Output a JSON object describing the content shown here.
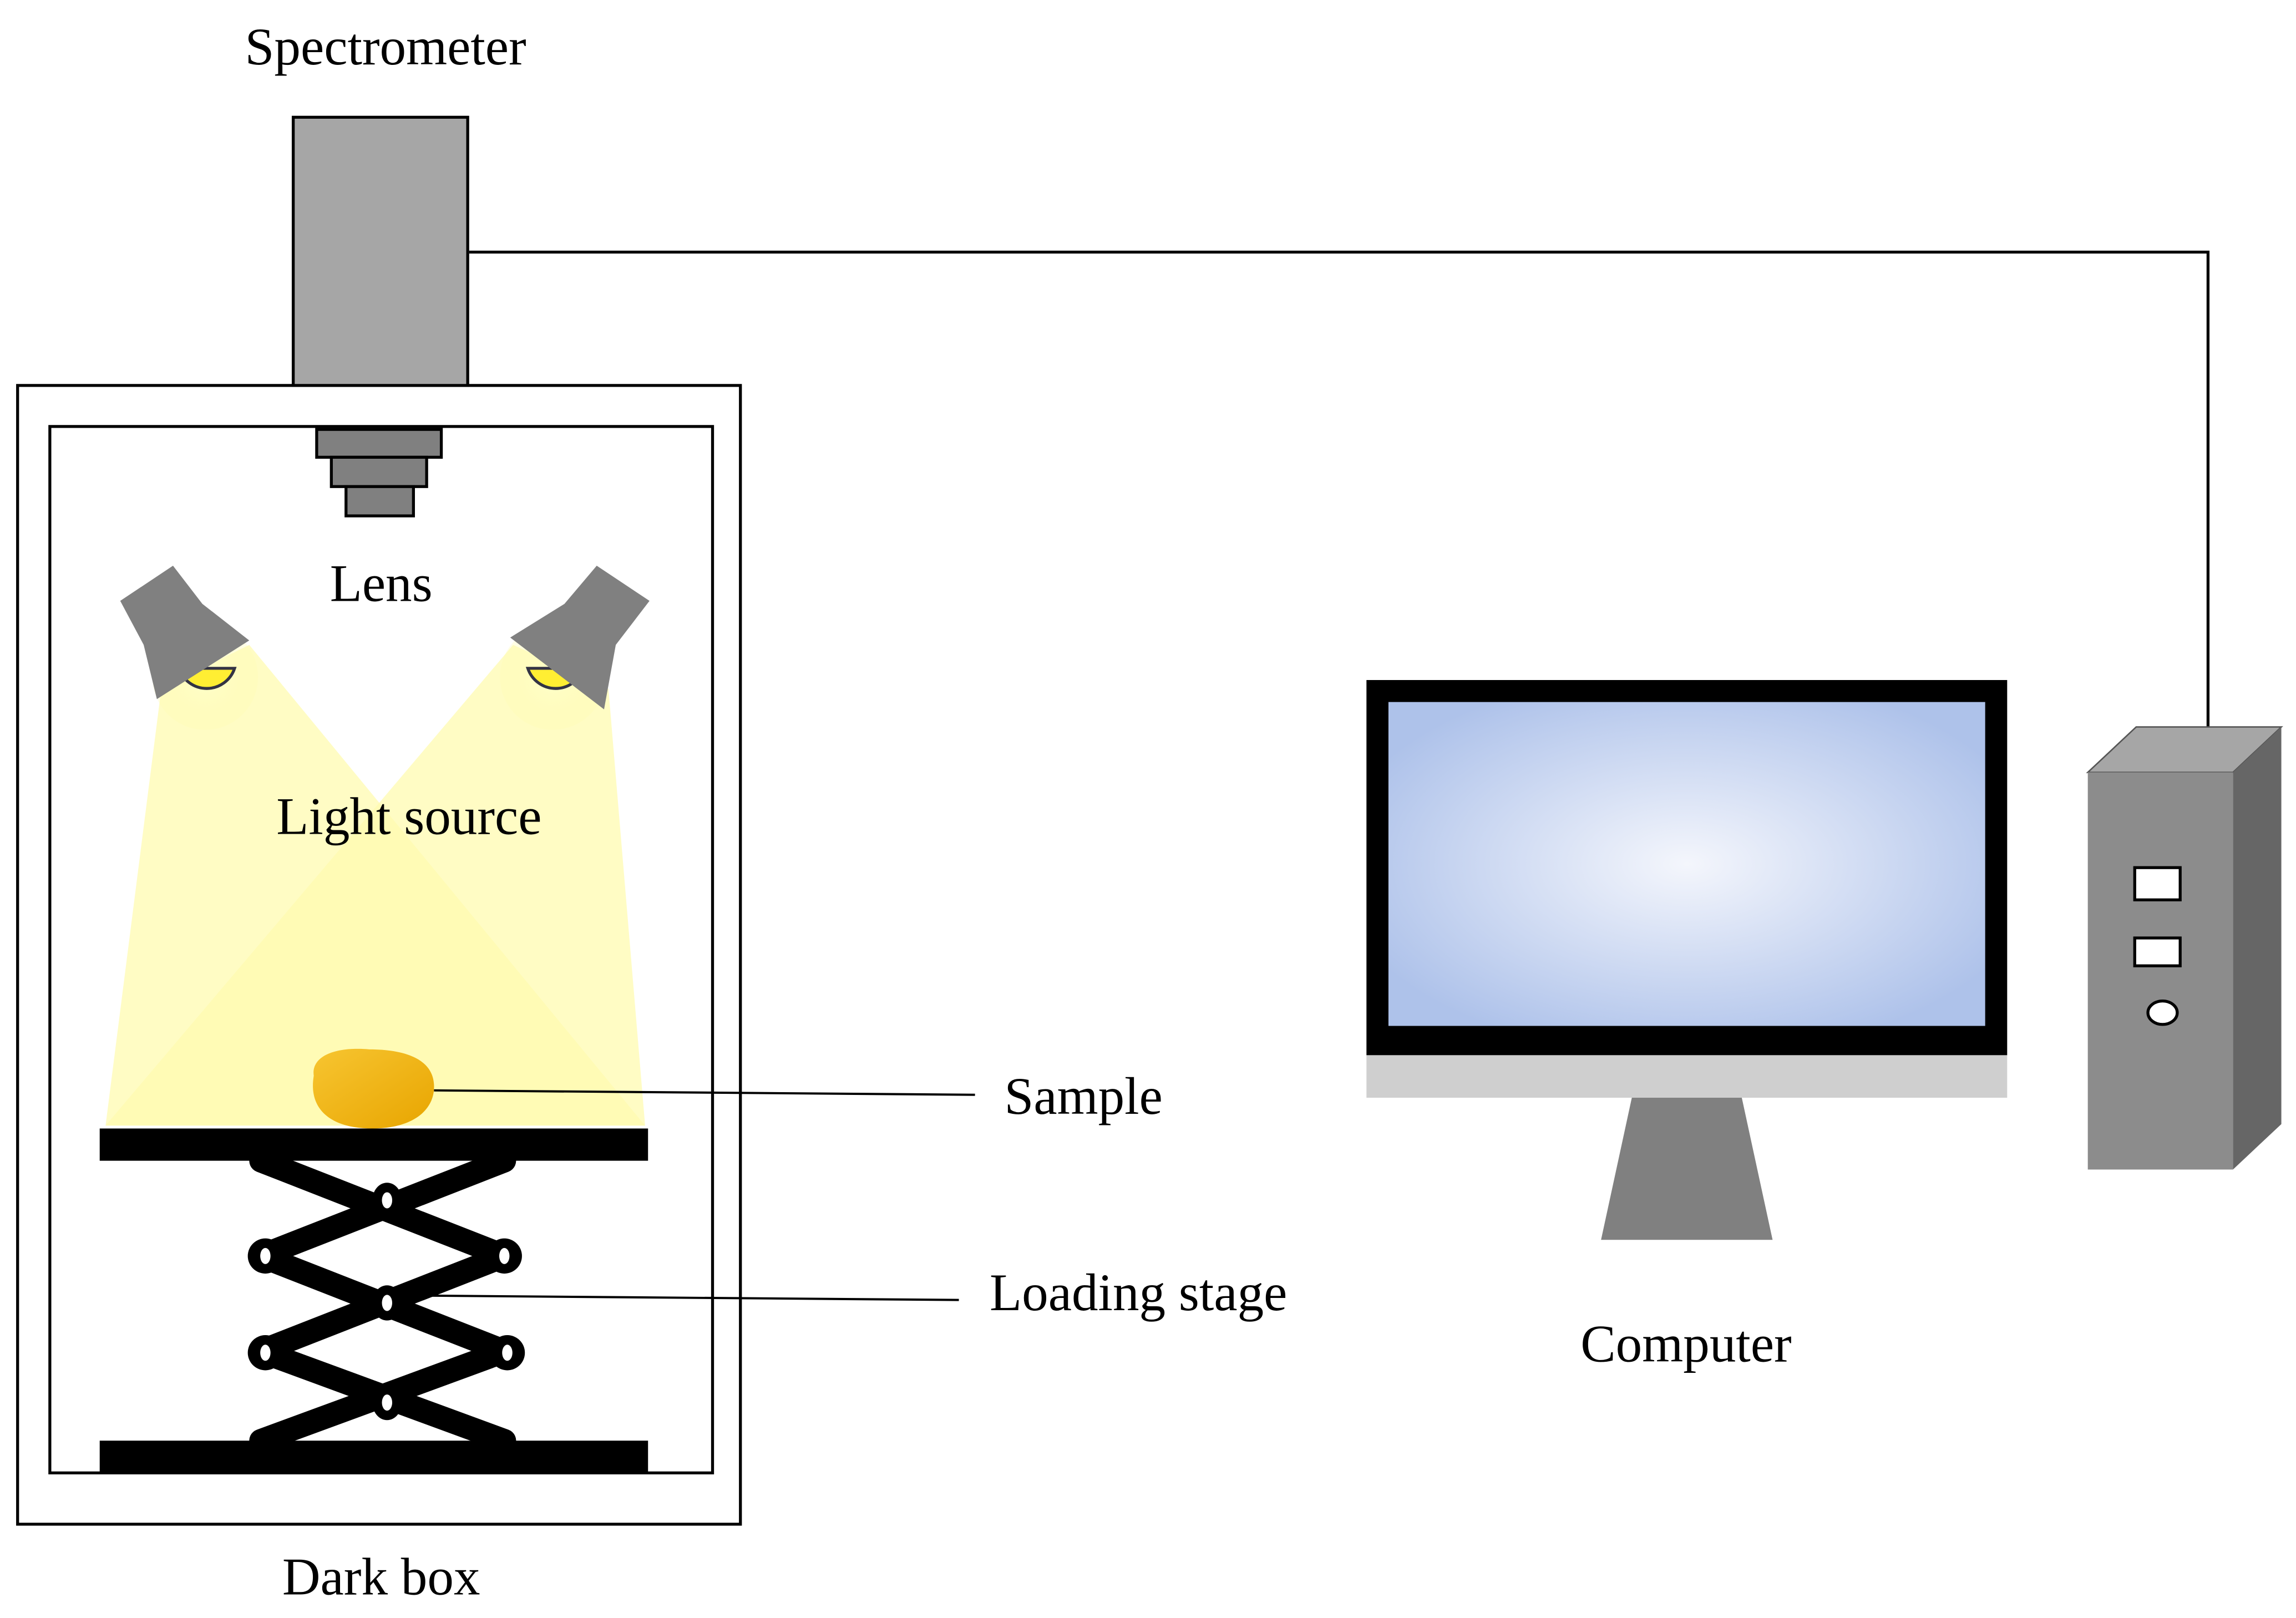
{
  "labels": {
    "spectrometer": "Spectrometer",
    "lens": "Lens",
    "light_source": "Light source",
    "sample": "Sample",
    "loading_stage": "Loading stage",
    "computer": "Computer",
    "dark_box": "Dark box"
  },
  "colors": {
    "spectrometer_body": "#a6a6a6",
    "lens": "#808080",
    "lamp": "#808080",
    "bulb": "#ffee33",
    "light_beam": "#fffbb0",
    "sample": "#f0b000",
    "stage": "#000000",
    "monitor_frame": "#000000",
    "screen_center": "#f4f6fc",
    "screen_edge": "#aec2ea",
    "monitor_stand": "#808080",
    "monitor_base": "#cfcfcf",
    "tower_front": "#8c8c8c",
    "tower_top": "#a6a6a6",
    "tower_side": "#666666"
  },
  "icons": [
    "spectrometer-icon",
    "lens-icon",
    "lamp-icon",
    "sample-icon",
    "scissor-lift-icon",
    "monitor-icon",
    "computer-tower-icon"
  ]
}
